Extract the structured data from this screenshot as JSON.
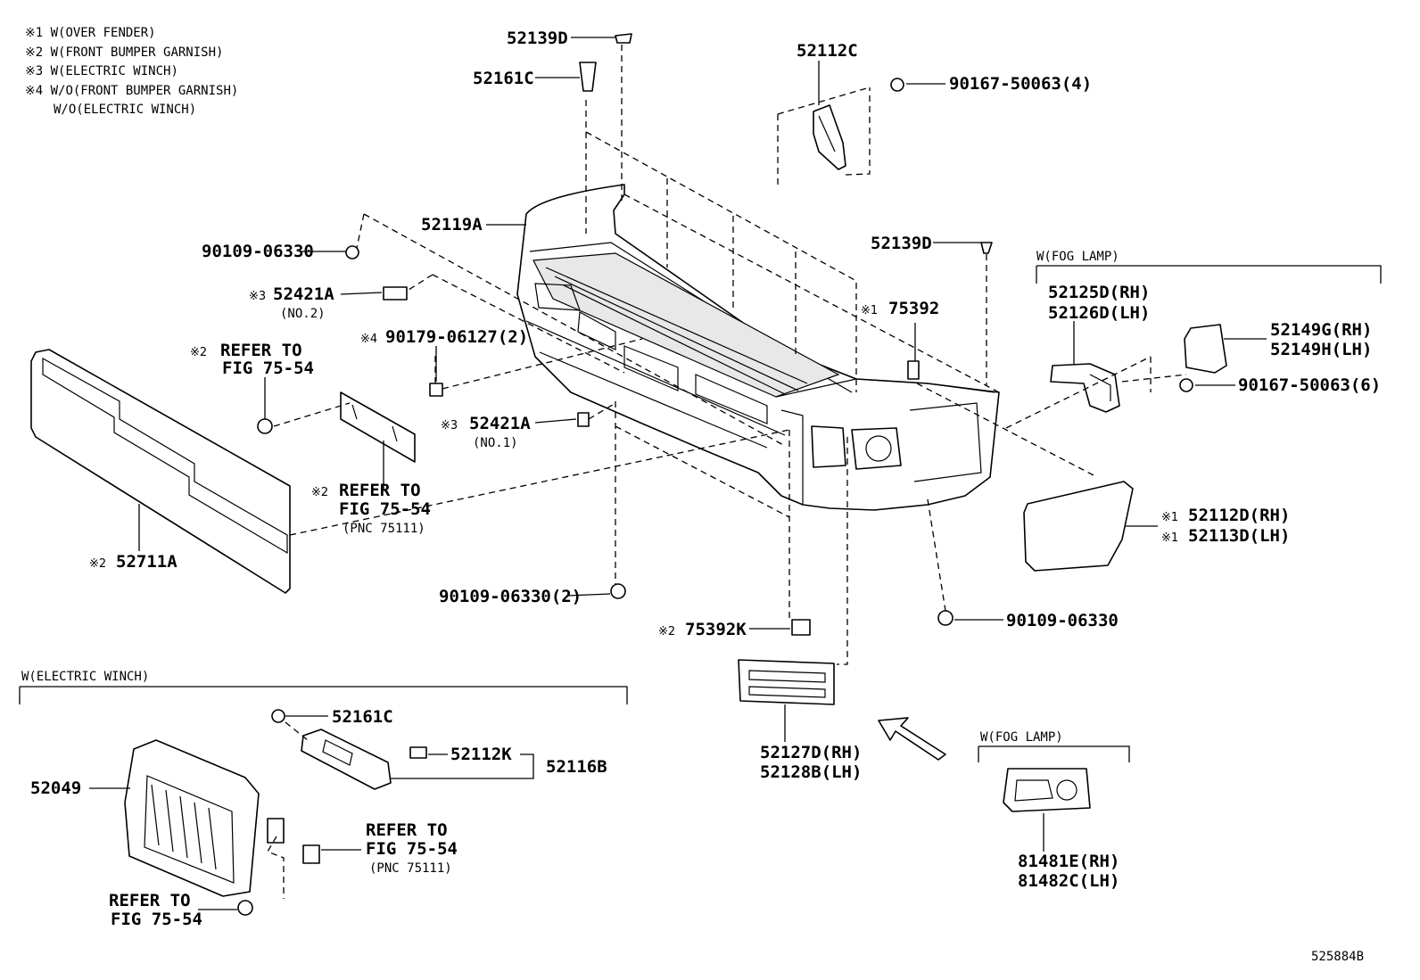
{
  "notes": {
    "n1": "※1 W(OVER FENDER)",
    "n2": "※2 W(FRONT BUMPER GARNISH)",
    "n3": "※3 W(ELECTRIC WINCH)",
    "n4": "※4 W/O(FRONT BUMPER GARNISH)",
    "n5": "W/O(ELECTRIC WINCH)"
  },
  "marks": {
    "m1": "※1",
    "m2": "※2",
    "m3": "※3",
    "m4": "※4"
  },
  "parts": {
    "p52139D_top": "52139D",
    "p52161C_top": "52161C",
    "p52112C": "52112C",
    "p90167_4": "90167-50063(4)",
    "p52119A": "52119A",
    "p90109_left": "90109-06330",
    "p52139D_right": "52139D",
    "p52421A_no2": "52421A",
    "no2": "(NO.2)",
    "p75392": "75392",
    "p90179": "90179-06127(2)",
    "refer_to_1": "REFER TO",
    "fig_1": "FIG 75-54",
    "p52421A_no1": "52421A",
    "no1": "(NO.1)",
    "refer_to_2": "REFER TO",
    "fig_2": "FIG 75-54",
    "pnc_2": "(PNC 75111)",
    "p52711A": "52711A",
    "p90109_2": "90109-06330(2)",
    "p75392K": "75392K",
    "p90109_right": "90109-06330",
    "p52125D": "52125D(RH)",
    "p52126D": "52126D(LH)",
    "p52149G": "52149G(RH)",
    "p52149H": "52149H(LH)",
    "p90167_6": "90167-50063(6)",
    "p52112D": "52112D(RH)",
    "p52113D": "52113D(LH)",
    "p52127D": "52127D(RH)",
    "p52128B": "52128B(LH)",
    "p52161C_winch": "52161C",
    "p52112K": "52112K",
    "p52116B": "52116B",
    "p52049": "52049",
    "refer_to_3": "REFER TO",
    "fig_3": "FIG 75-54",
    "pnc_3": "(PNC 75111)",
    "refer_to_4": "REFER TO",
    "fig_4": "FIG 75-54",
    "p81481E": "81481E(RH)",
    "p81482C": "81482C(LH)"
  },
  "groups": {
    "fog_lamp_1": "W(FOG LAMP)",
    "fog_lamp_2": "W(FOG LAMP)",
    "electric_winch": "W(ELECTRIC WINCH)"
  },
  "diagram_id": "525884B"
}
